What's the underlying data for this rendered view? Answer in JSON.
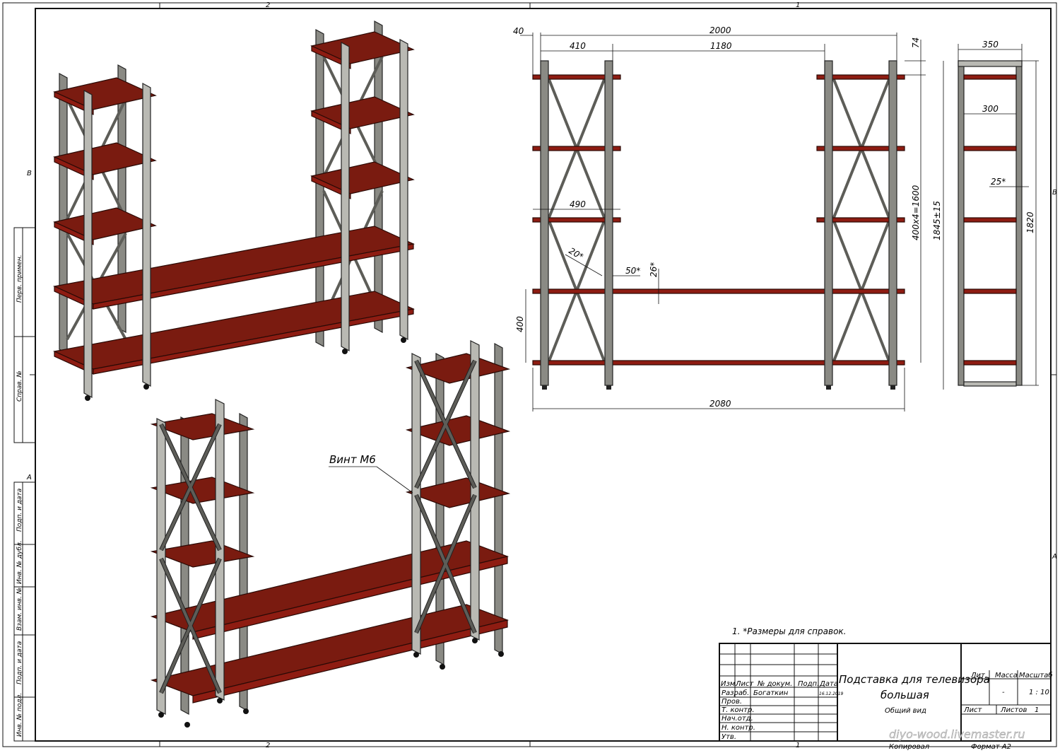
{
  "sheet": {
    "zone_top_2": "2",
    "zone_top_1": "1",
    "zone_bottom_2": "2",
    "zone_bottom_1": "1",
    "zone_left_B": "B",
    "zone_left_A": "A",
    "zone_right_B": "B",
    "zone_right_A": "A"
  },
  "side_stamps": [
    "Перв. примен.",
    "Справ. №",
    "Подп. и дата",
    "Инв. № дубл.",
    "Взам. инв. №",
    "Подп. и дата",
    "Инв. № подл."
  ],
  "callout": {
    "label": "Винт М6"
  },
  "front_view": {
    "dim_40": "40",
    "dim_2000": "2000",
    "dim_410": "410",
    "dim_1180": "1180",
    "dim_74": "74",
    "dim_490": "490",
    "dim_20": "20*",
    "dim_50": "50*",
    "dim_26": "26*",
    "dim_400": "400",
    "dim_1600": "400x4=1600",
    "dim_1845": "1845±15",
    "dim_2080": "2080"
  },
  "side_view": {
    "dim_350": "350",
    "dim_300": "300",
    "dim_25": "25*",
    "dim_1820": "1820"
  },
  "notes": {
    "note_1": "1.    *Размеры для справок."
  },
  "title_block": {
    "title_line1": "Подставка для телевизора",
    "title_line2": "большая",
    "view_name": "Общий вид",
    "col_izm": "Изм.",
    "col_list": "Лист",
    "col_docnum": "№ докум.",
    "col_podp": "Подп.",
    "col_date": "Дата",
    "row_razrab": "Разраб.",
    "razrab_name": "Богаткин",
    "razrab_date": "16.12.2019",
    "row_prov": "Пров.",
    "row_tkontr": "Т. контр.",
    "row_nachotd": "Нач.отд.",
    "row_nkontr": "Н. контр.",
    "row_utv": "Утв.",
    "hdr_lit": "Лит.",
    "hdr_massa": "Масса",
    "hdr_masshtab": "Масштаб",
    "massa_value": "-",
    "scale_value": "1 : 10",
    "sheet_label": "Лист",
    "sheets_label": "Листов",
    "sheets_value": "1",
    "copied_label": "Копировал",
    "format_label": "Формат А2",
    "watermark": "diyo-wood.livemaster.ru"
  }
}
